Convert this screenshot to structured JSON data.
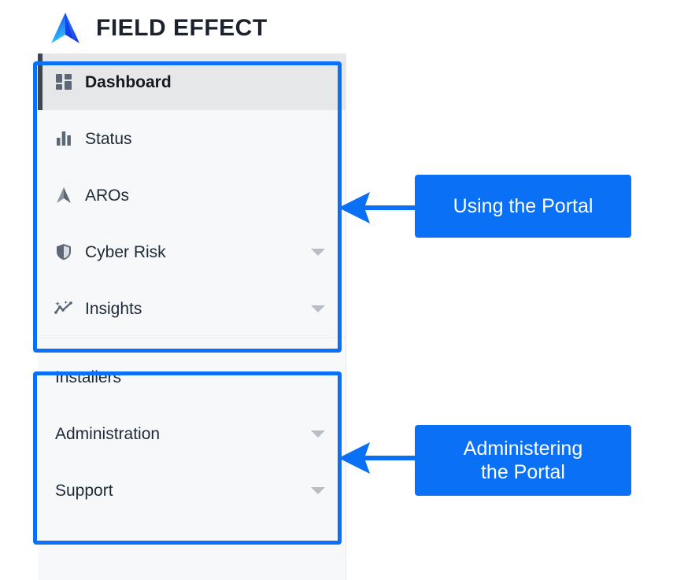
{
  "brand": {
    "wordmark": "FIELD EFFECT",
    "logo_icon": "field-effect-arrow-logo",
    "logo_gradient_from": "#2bb3f6",
    "logo_gradient_to": "#1430e8"
  },
  "colors": {
    "accent_blue": "#0a70f5",
    "panel_bg": "#f6f8fa",
    "active_item_bg": "#e6e7e9",
    "active_item_bar": "#3f4651",
    "text_primary": "#1f2937",
    "chevron_gray": "#b9bec6",
    "icon_gray": "#5d6775"
  },
  "sidebar": {
    "groups": [
      {
        "name": "primary-navigation",
        "items": [
          {
            "label": "Dashboard",
            "icon": "dashboard-grid-icon",
            "active": true,
            "has_chevron": false
          },
          {
            "label": "Status",
            "icon": "bar-chart-icon",
            "active": false,
            "has_chevron": false
          },
          {
            "label": "AROs",
            "icon": "arrow-logo-icon",
            "active": false,
            "has_chevron": false
          },
          {
            "label": "Cyber Risk",
            "icon": "shield-icon",
            "active": false,
            "has_chevron": true
          },
          {
            "label": "Insights",
            "icon": "insights-sparkle-icon",
            "active": false,
            "has_chevron": true
          }
        ]
      },
      {
        "name": "administration-navigation",
        "items": [
          {
            "label": "Installers",
            "icon": null,
            "active": false,
            "has_chevron": false
          },
          {
            "label": "Administration",
            "icon": null,
            "active": false,
            "has_chevron": true
          },
          {
            "label": "Support",
            "icon": null,
            "active": false,
            "has_chevron": true
          }
        ]
      }
    ]
  },
  "callouts": [
    {
      "id": "using-the-portal",
      "text": "Using the Portal",
      "points_to": "primary-navigation"
    },
    {
      "id": "administering-the-portal",
      "line1": "Administering",
      "line2": "the Portal",
      "points_to": "administration-navigation"
    }
  ]
}
